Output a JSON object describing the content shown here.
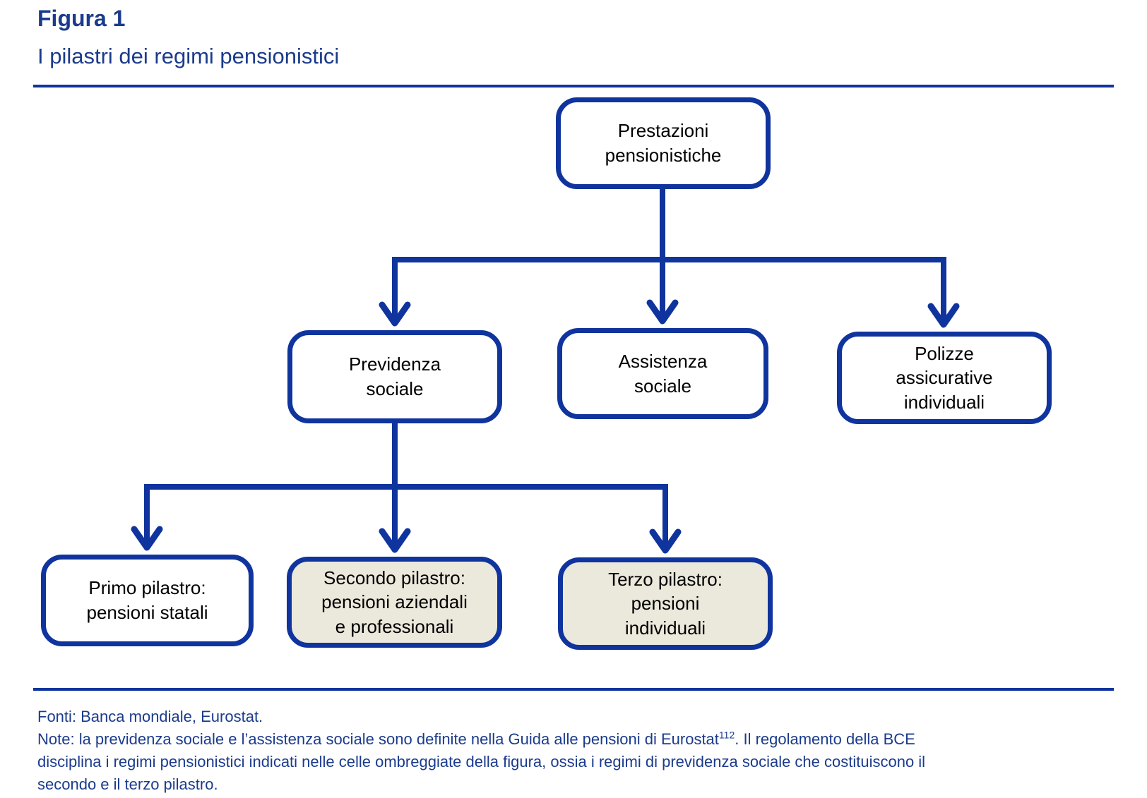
{
  "figure": {
    "label": "Figura 1",
    "title": "I pilastri dei regimi pensionistici"
  },
  "colors": {
    "brand_blue_stroke": "#10349E",
    "heading_text_blue": "#1B3B8C",
    "node_text": "#000000",
    "shaded_node_fill": "#EBE8DC",
    "background": "#FFFFFF"
  },
  "diagram": {
    "type": "flowchart",
    "nodes": [
      {
        "id": "prestazioni",
        "level": 1,
        "parent": null,
        "shaded": false,
        "label": "Prestazioni\npensionistiche"
      },
      {
        "id": "previdenza",
        "level": 2,
        "parent": "prestazioni",
        "shaded": false,
        "label": "Previdenza\nsociale"
      },
      {
        "id": "assistenza",
        "level": 2,
        "parent": "prestazioni",
        "shaded": false,
        "label": "Assistenza\nsociale"
      },
      {
        "id": "polizze",
        "level": 2,
        "parent": "prestazioni",
        "shaded": false,
        "label": "Polizze\nassicurative\nindividuali"
      },
      {
        "id": "primo",
        "level": 3,
        "parent": "previdenza",
        "shaded": false,
        "label": "Primo pilastro:\npensioni statali"
      },
      {
        "id": "secondo",
        "level": 3,
        "parent": "previdenza",
        "shaded": true,
        "label": "Secondo pilastro:\npensioni aziendali\ne professionali"
      },
      {
        "id": "terzo",
        "level": 3,
        "parent": "previdenza",
        "shaded": true,
        "label": "Terzo pilastro:\npensioni\nindividuali"
      }
    ],
    "edges": [
      [
        "prestazioni",
        "previdenza"
      ],
      [
        "prestazioni",
        "assistenza"
      ],
      [
        "prestazioni",
        "polizze"
      ],
      [
        "previdenza",
        "primo"
      ],
      [
        "previdenza",
        "secondo"
      ],
      [
        "previdenza",
        "terzo"
      ]
    ]
  },
  "footer": {
    "sources": "Fonti: Banca mondiale, Eurostat.",
    "note_line1_part1": "Note: la previdenza sociale e l’assistenza sociale sono definite nella Guida alle pensioni di Eurostat",
    "note_superscript": "112",
    "note_line1_part2": ". Il regolamento della BCE",
    "note_line2": "disciplina i regimi pensionistici indicati nelle celle ombreggiate della figura, ossia i regimi di previdenza sociale che costituiscono il",
    "note_line3": "secondo e il terzo pilastro."
  }
}
